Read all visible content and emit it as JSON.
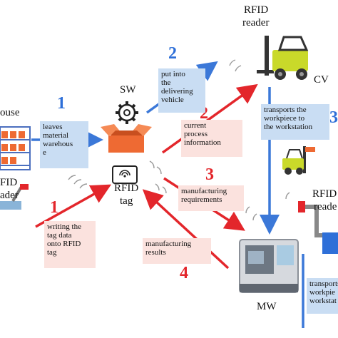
{
  "labels": {
    "warehouse_fragment": "ouse",
    "rfid_reader_left_1": "FID",
    "rfid_reader_left_2": "ader",
    "rfid_reader_top_1": "RFID",
    "rfid_reader_top_2": "reader",
    "rfid_reader_right_1": "RFID",
    "rfid_reader_right_2": "reade",
    "sw": "SW",
    "cv": "CV",
    "mw": "MW",
    "rfid_tag_1": "RFID",
    "rfid_tag_2": "tag"
  },
  "steps": {
    "blue_1": {
      "number": "1",
      "text": [
        "leaves",
        "material",
        "warehous",
        "e"
      ]
    },
    "blue_2": {
      "number": "2",
      "text": [
        "put into",
        "the",
        "delivering",
        "vehicle"
      ]
    },
    "blue_3": {
      "number": "3",
      "text": [
        "transports the",
        "workpiece to",
        "the workstation"
      ]
    },
    "blue_4": {
      "text": [
        "transports",
        "workpie",
        "workstat"
      ]
    },
    "red_1": {
      "number": "1",
      "text": [
        "writing the",
        "tag data",
        "onto RFID",
        "tag"
      ]
    },
    "red_2": {
      "number": "2",
      "text": [
        "current",
        "process",
        "information"
      ]
    },
    "red_3": {
      "number": "3",
      "text": [
        "manufacturing",
        "requirements"
      ]
    },
    "red_4": {
      "number": "4",
      "text": [
        "manufacturing",
        "results"
      ]
    }
  },
  "colors": {
    "blue_arrow": "#3b78d8",
    "red_arrow": "#e3262b",
    "blue_box": "#c9ddf3",
    "pink_box": "#fbe2de",
    "forklift": "#c9d92a",
    "box_orange": "#ee6a33"
  },
  "icons": [
    "warehouse-shelf-icon",
    "gear-icon",
    "open-box-icon",
    "rfid-tag-icon",
    "forklift-icon",
    "small-forklift-icon",
    "cnc-machine-icon",
    "robot-arm-icon",
    "rfid-reader-icon"
  ]
}
